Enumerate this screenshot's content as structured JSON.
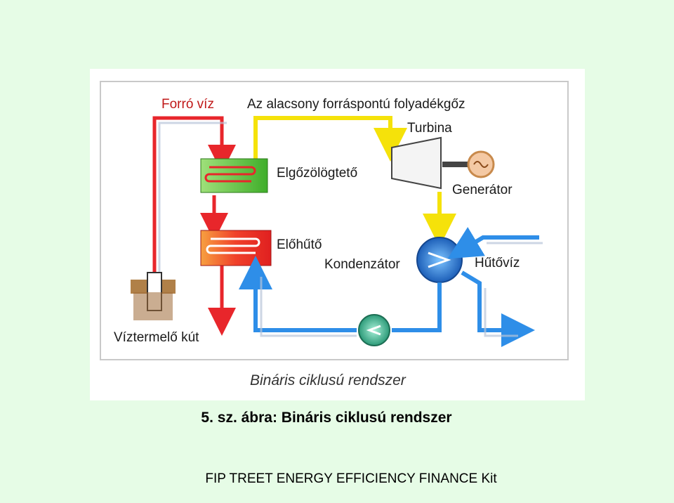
{
  "diagram": {
    "labels": {
      "hot_water": "Forró víz",
      "vapor": "Az alacsony forráspontú folyadékgőz",
      "turbine": "Turbina",
      "evaporator": "Elgőzölögtető",
      "generator": "Generátor",
      "precooler": "Előhűtő",
      "condenser": "Kondenzátor",
      "cooling_water": "Hűtővíz",
      "production_well": "Víztermelő kút"
    },
    "inner_caption": "Bináris ciklusú rendszer"
  },
  "caption": "5. sz. ábra: Bináris ciklusú rendszer",
  "footer": "FIP TREET ENERGY EFFICIENCY FINANCE Kit",
  "colors": {
    "hot_pipe": "#e8262b",
    "vapor_pipe": "#f5e20a",
    "cold_pipe": "#2e8ee8",
    "evaporator_box": "#58c23a",
    "precooler_box": "#f04a2a",
    "pump": "#3fb18a",
    "condenser": "#1e6fd0",
    "background": "#e6fce6"
  }
}
